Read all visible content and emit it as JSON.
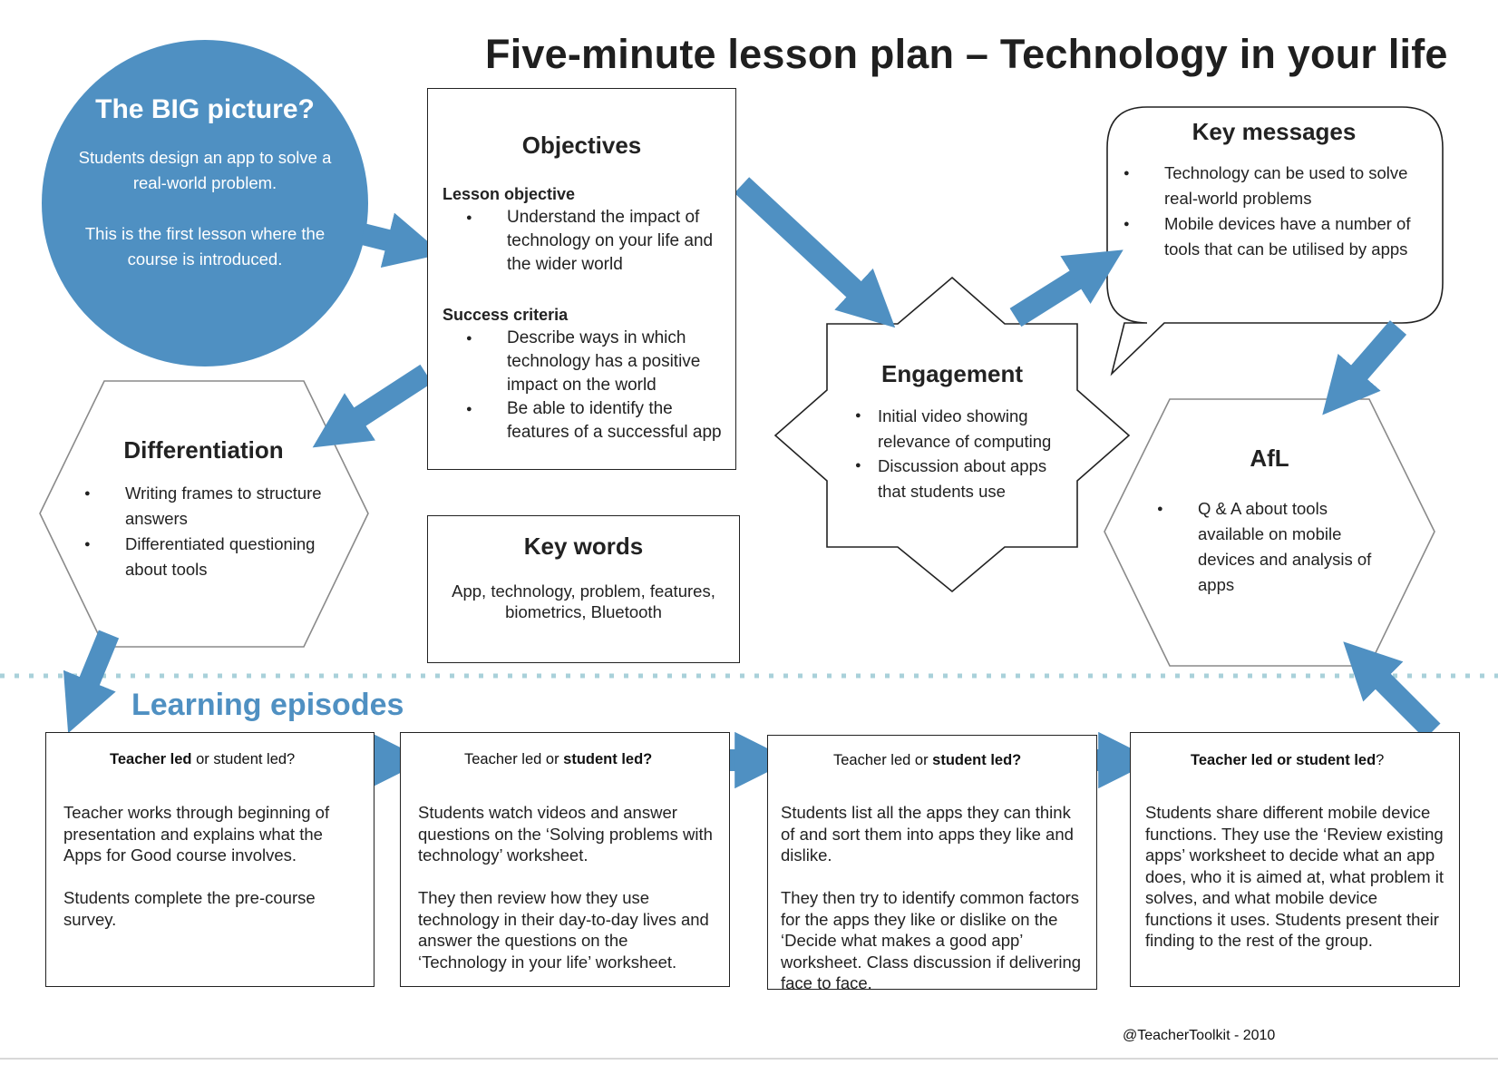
{
  "title": "Five-minute lesson plan –  Technology in your life",
  "colors": {
    "accent": "#4f90c2",
    "dotted_line": "#a9d1da",
    "border": "#222222"
  },
  "big_picture": {
    "heading": "The BIG picture?",
    "paragraphs": [
      "Students design an app to solve a real-world problem.",
      "This is the first lesson where the course is introduced."
    ]
  },
  "objectives": {
    "heading": "Objectives",
    "lesson_objective_label": "Lesson objective",
    "lesson_objective_items": [
      "Understand the impact of technology on your life and the wider world"
    ],
    "success_criteria_label": "Success criteria",
    "success_criteria_items": [
      "Describe ways in which technology has a positive impact on the world",
      "Be able to identify the features of a successful app"
    ]
  },
  "key_messages": {
    "heading": "Key messages",
    "items": [
      "Technology can be used to solve real-world problems",
      "Mobile devices have a number of tools that can be utilised by apps"
    ]
  },
  "engagement": {
    "heading": "Engagement",
    "items": [
      "Initial video showing relevance of computing",
      "Discussion about apps that students use"
    ]
  },
  "differentiation": {
    "heading": "Differentiation",
    "items": [
      "Writing frames to structure answers",
      "Differentiated questioning about tools"
    ]
  },
  "key_words": {
    "heading": "Key words",
    "text": "App, technology, problem, features, biometrics, Bluetooth"
  },
  "afl": {
    "heading": "AfL",
    "items": [
      "Q & A about tools available on mobile devices and analysis of apps"
    ]
  },
  "learning_episodes": {
    "heading": "Learning episodes",
    "episodes": [
      {
        "teacher_label": "Teacher led",
        "connector": " or ",
        "student_label": "student led?",
        "emphasis": "teacher",
        "paragraphs": [
          "Teacher works through beginning of presentation and explains what the Apps for Good course involves.",
          "Students complete the pre-course survey."
        ]
      },
      {
        "teacher_label": "Teacher led",
        "connector": " or ",
        "student_label": "student led?",
        "emphasis": "student",
        "paragraphs": [
          "Students watch videos and answer questions on the ‘Solving problems with technology’ worksheet.",
          "They then review how they use technology in their day-to-day lives and answer the questions on the ‘Technology in your life’ worksheet."
        ]
      },
      {
        "teacher_label": "Teacher led",
        "connector": " or ",
        "student_label": "student led?",
        "emphasis": "student",
        "paragraphs": [
          "Students list all the apps they can think of and sort them into apps they like and dislike.",
          "They then try to identify common factors for the apps they like or dislike on the ‘Decide what makes a good app’ worksheet. Class discussion if delivering face to face."
        ]
      },
      {
        "teacher_label": "Teacher led or student led",
        "connector": "",
        "student_label": "?",
        "emphasis": "teacher",
        "paragraphs": [
          "Students share different mobile device functions. They use the ‘Review existing apps’ worksheet to decide what an app does, who it is aimed at, what problem it solves, and what mobile device functions it uses. Students present their finding to the rest of the group."
        ]
      }
    ]
  },
  "footer": "@TeacherToolkit - 2010"
}
